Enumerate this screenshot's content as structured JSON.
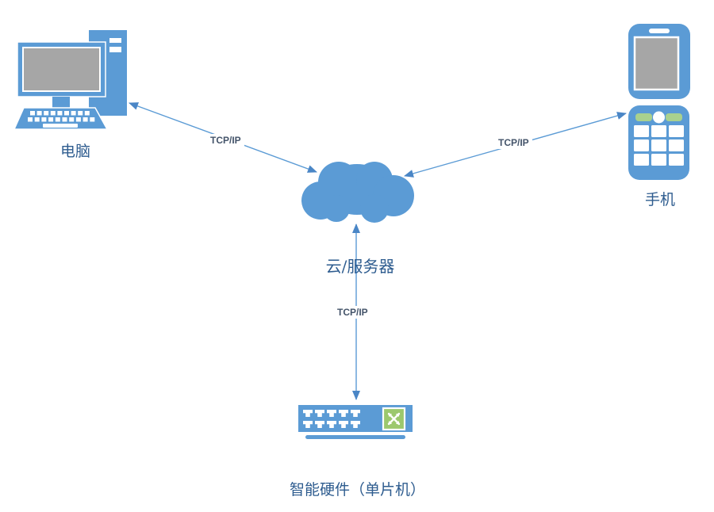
{
  "diagram": {
    "title": "IoT cloud connection diagram",
    "nodes": {
      "computer": {
        "label": "电脑",
        "icon": "desktop-computer-icon"
      },
      "phone": {
        "label": "手机",
        "icon": "mobile-phone-icon"
      },
      "cloud": {
        "label": "云/服务器",
        "icon": "cloud-icon"
      },
      "device": {
        "label": "智能硬件（单片机）",
        "icon": "network-switch-icon"
      }
    },
    "edges": [
      {
        "from": "computer",
        "to": "cloud",
        "label": "TCP/IP",
        "direction": "bidirectional"
      },
      {
        "from": "phone",
        "to": "cloud",
        "label": "TCP/IP",
        "direction": "bidirectional"
      },
      {
        "from": "device",
        "to": "cloud",
        "label": "TCP/IP",
        "direction": "bidirectional"
      }
    ],
    "colors": {
      "shape_blue": "#5B9BD5",
      "line_blue": "#5B9BD5",
      "arrowhead_blue": "#4A86C6",
      "screen_gray": "#A6A6A6",
      "softkey_green": "#A9D18E",
      "switch_green": "#9CC86D",
      "node_label_text": "#2E5C8F",
      "edge_label_text": "#44546A"
    }
  }
}
